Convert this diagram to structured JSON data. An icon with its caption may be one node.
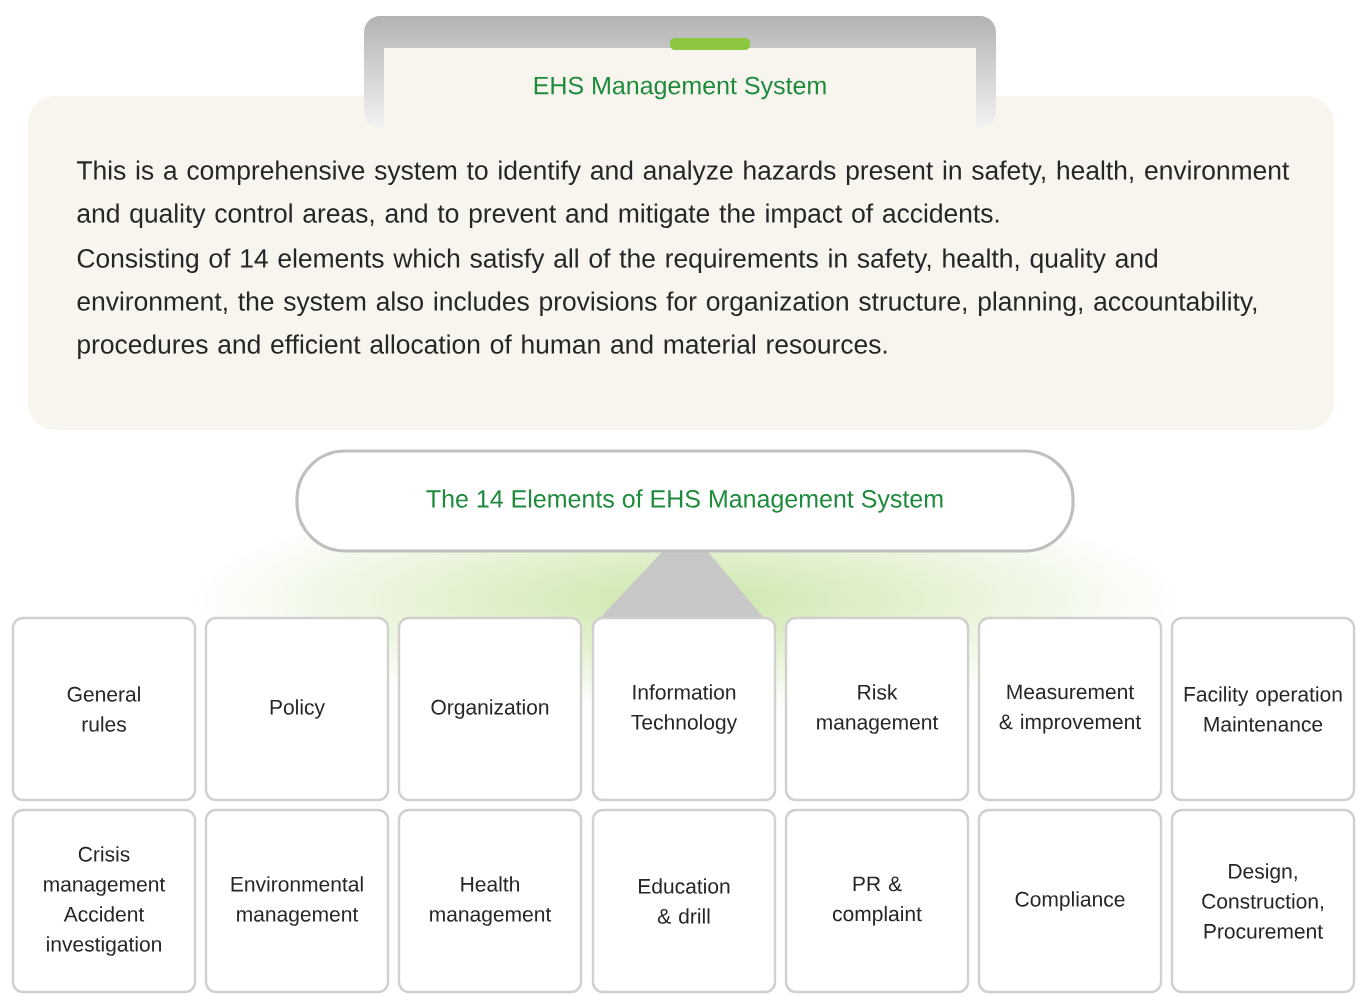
{
  "diagram": {
    "nodes": [
      {
        "text": [
          "EHS Management System"
        ]
      },
      {
        "text": [
          "This is a comprehensive system to identify and analyze hazards present in safety, health, environment and quality control areas, and to prevent and mitigate the impact of accidents.",
          "Consisting of 14 elements which satisfy all of the requirements in safety, health, quality and environment, the system also includes provisions for organization structure, planning, accountability, procedures and efficient allocation of human and material resources."
        ]
      },
      {
        "text": [
          "The 14 Elements of EHS Management System"
        ]
      },
      {
        "text": [
          "General rules"
        ]
      },
      {
        "text": [
          "Policy"
        ]
      },
      {
        "text": [
          "Organization"
        ]
      },
      {
        "text": [
          "Information Technology"
        ]
      },
      {
        "text": [
          "Risk management"
        ]
      },
      {
        "text": [
          "Measurement & improvement"
        ]
      },
      {
        "text": [
          "Facility operation Maintenance"
        ]
      },
      {
        "text": [
          "Crisis management Accident investigation"
        ]
      },
      {
        "text": [
          "Environmental management"
        ]
      },
      {
        "text": [
          "Health management"
        ]
      },
      {
        "text": [
          "Education & drill"
        ]
      },
      {
        "text": [
          "PR & complaint"
        ]
      },
      {
        "text": [
          "Compliance"
        ]
      },
      {
        "text": [
          "Design, Construction, Procurement"
        ]
      }
    ]
  }
}
